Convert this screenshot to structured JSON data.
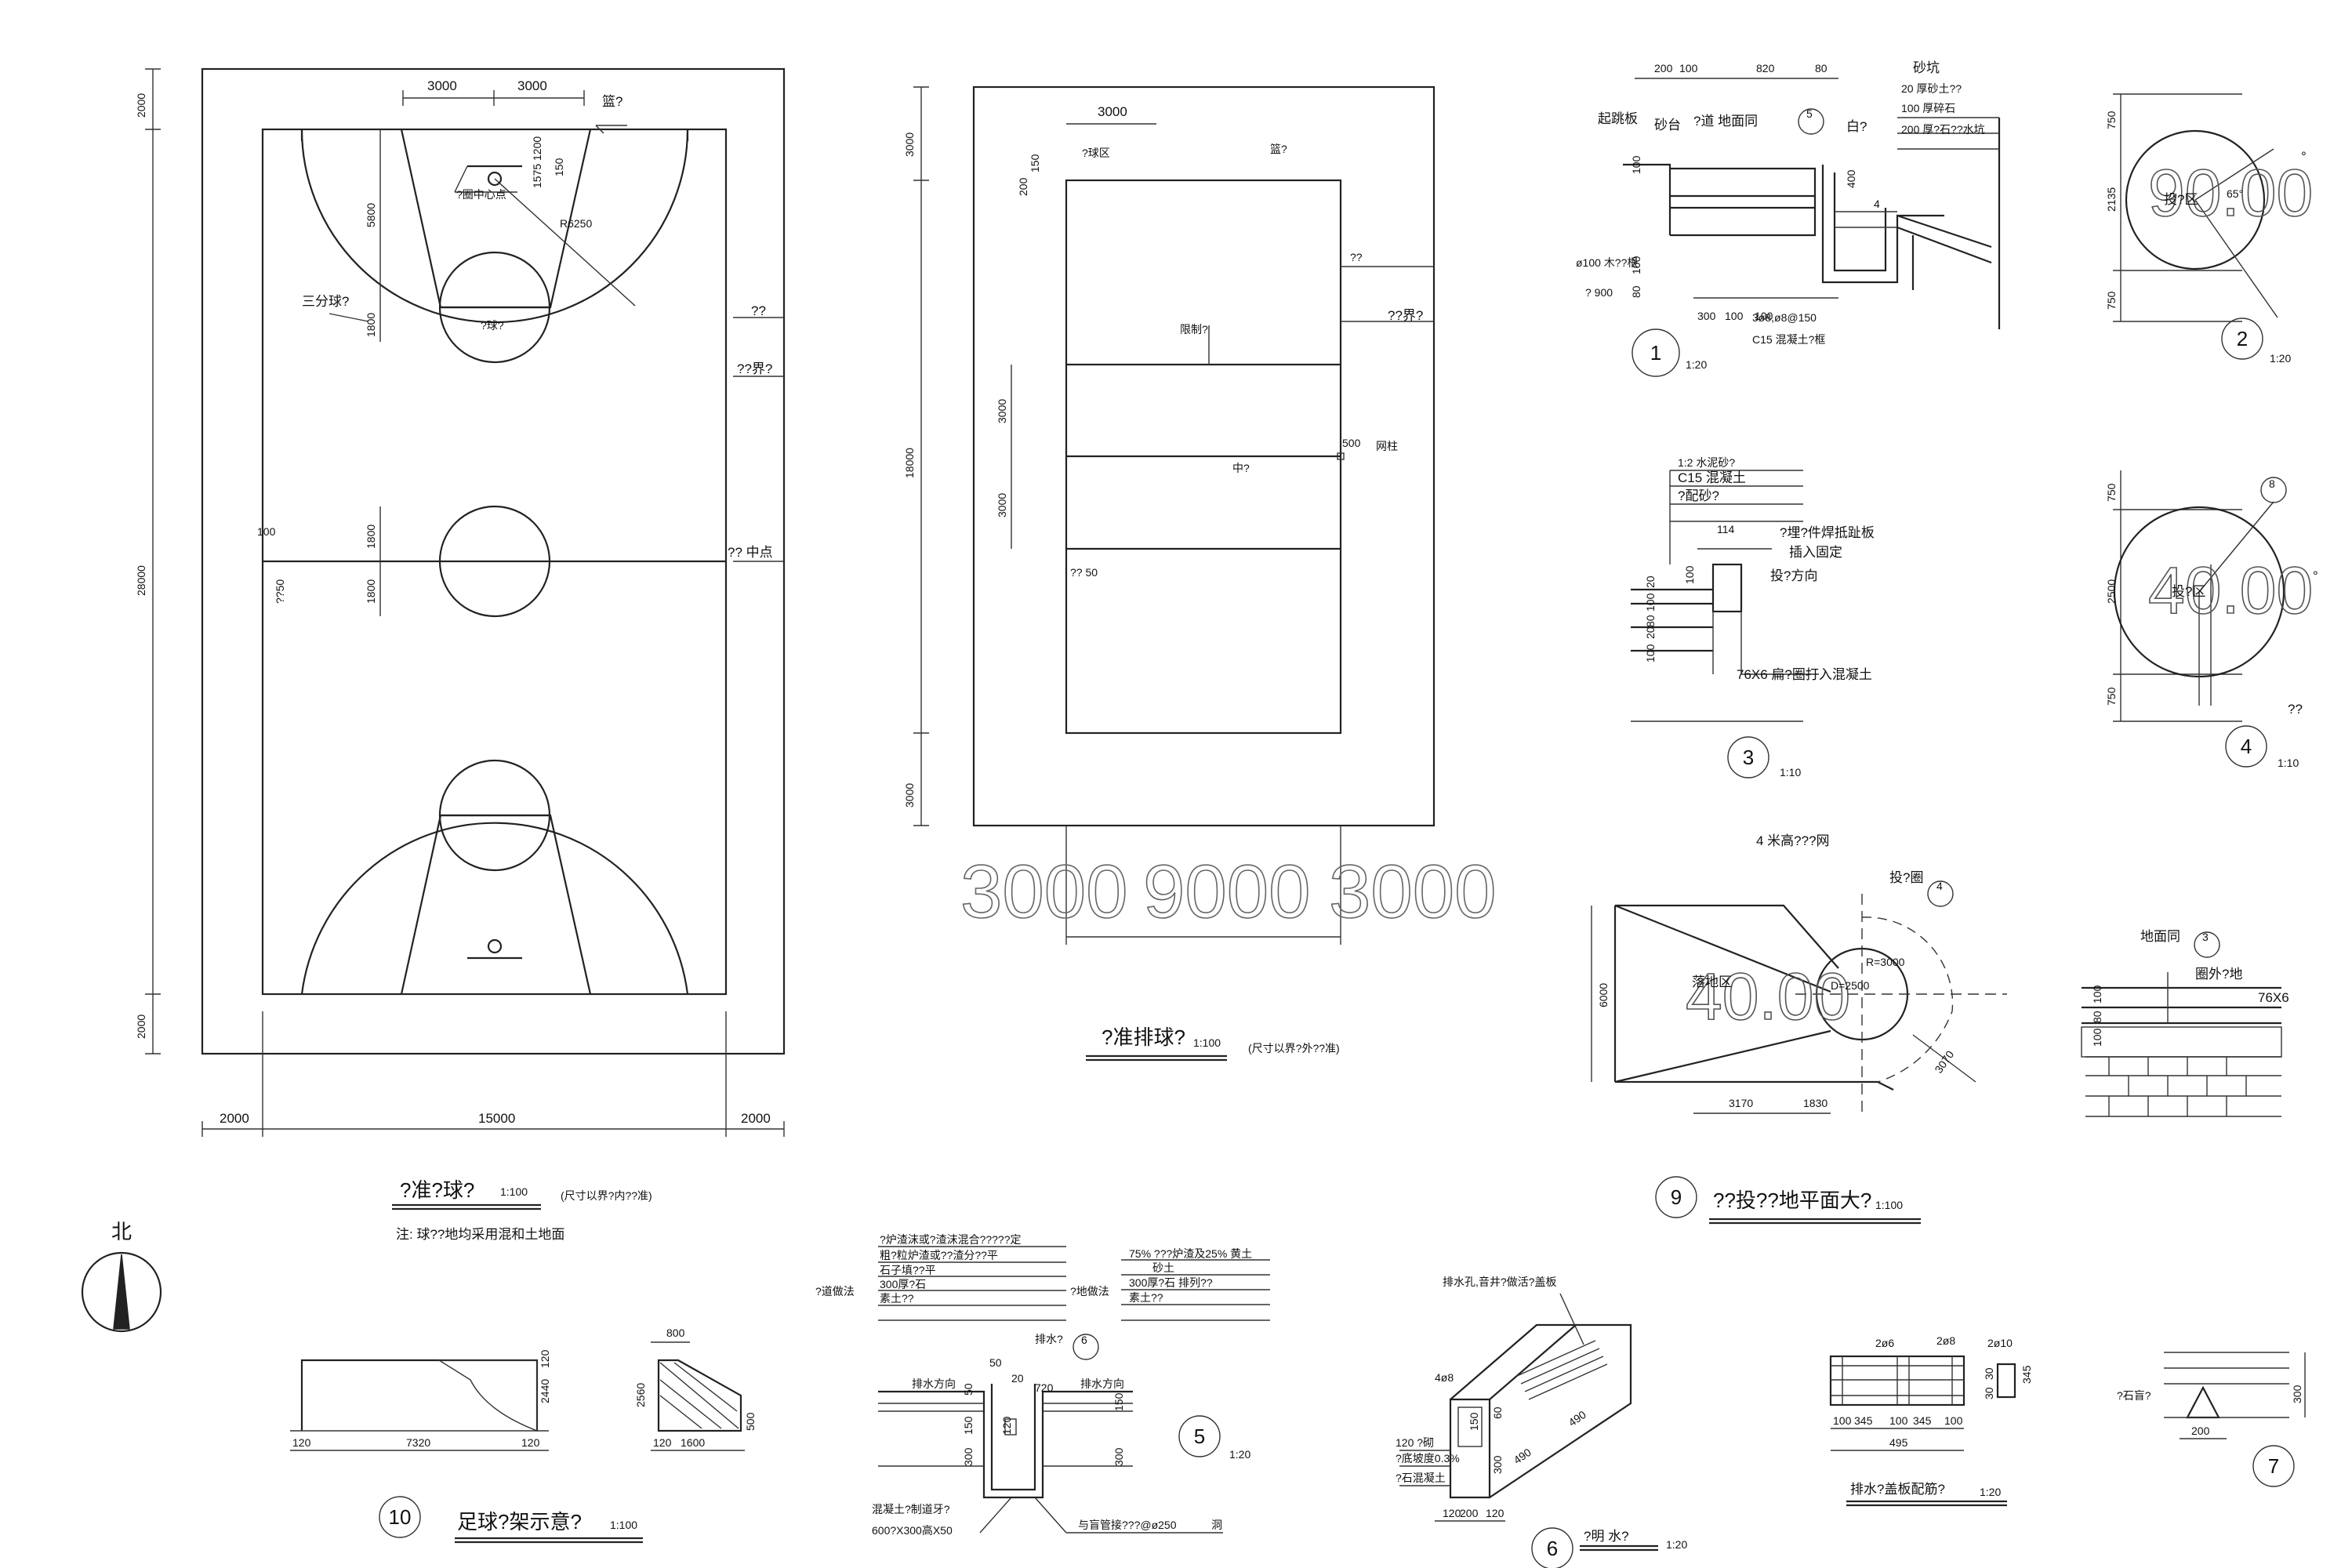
{
  "basketball": {
    "title": "?准?球?",
    "scale": "1:100",
    "note_dims": "(尺寸以界?内??准)",
    "note": "注: 球??地均采用混和土地面",
    "dims": {
      "top_a": "3000",
      "top_b": "3000",
      "left_top": "2000",
      "left_total": "28000",
      "left_bottom": "2000",
      "bottom_left": "2000",
      "bottom_mid": "15000",
      "bottom_right": "2000",
      "key_len": "5800",
      "ft_half": "1800",
      "cc_a": "1800",
      "cc_b": "1800",
      "r1": "1200",
      "r2": "1575",
      "r3": "150",
      "arc_r": "R6250",
      "small_1": "100",
      "small_2": "??50"
    },
    "labels": {
      "board": "篮?",
      "center_pt": "?圈中心点",
      "three_pt": "三分球?",
      "free_throw": "?球?",
      "side_a": "??",
      "side_b": "??界?",
      "mid": "?? 中点"
    }
  },
  "volleyball": {
    "title": "?准排球?",
    "scale": "1:100",
    "note_dims": "(尺寸以界?外??准)",
    "dims": {
      "top": "3000",
      "left_top": "3000",
      "left_total": "18000",
      "left_bottom": "3000",
      "three_a": "3000",
      "three_b": "3000",
      "corner": "200",
      "corner_b": "150",
      "post_gap": "500"
    },
    "bottom_dims": [
      "3000",
      "9000",
      "3000"
    ],
    "labels": {
      "serve": "?球区",
      "board": "篮?",
      "side": "??",
      "boundary": "??界?",
      "attack": "限制?",
      "center": "中?",
      "post": "网柱",
      "width": "?? 50"
    }
  },
  "detail1": {
    "num": "1",
    "scale": "1:20",
    "dims": [
      "200",
      "100",
      "820",
      "80",
      "100",
      "400",
      "100",
      "80",
      "4",
      "100",
      "300",
      "100"
    ],
    "labels": {
      "board": "起跳板",
      "sand": "砂台",
      "track": "?道 地面同",
      "ref": "5",
      "white": "白?",
      "pit": "砂坑",
      "l1": "20 厚砂土??",
      "l2": "100 厚碎石",
      "l3": "200 厚?石??水坑",
      "post": "ø100 木??根",
      "spacing": "? 900",
      "rebar": "3ø8,ø8@150",
      "concrete": "C15 混凝土?框"
    }
  },
  "detail2": {
    "num": "2",
    "scale": "1:20",
    "big": "90.00",
    "deg": "°",
    "zone": "投?区",
    "angle": "65°",
    "dims": [
      "750",
      "2135",
      "750"
    ]
  },
  "detail3": {
    "num": "3",
    "scale": "1:10",
    "layers": [
      "1:2 水泥砂?",
      "C15 混凝土",
      "?配砂?"
    ],
    "labels": {
      "embed": "?埋?件焊抵趾板",
      "insert": "插入固定",
      "dir": "投?方向",
      "pipe": "76X6 扁?圈打入混凝土",
      "d114": "114",
      "d100": "100"
    },
    "dims": [
      "20",
      "100",
      "80",
      "20",
      "100"
    ]
  },
  "detail4": {
    "num": "4",
    "scale": "1:10",
    "big": "40.00",
    "deg": "°",
    "zone": "投?区",
    "ref": "8",
    "dims": [
      "750",
      "2500",
      "750"
    ],
    "side": "??"
  },
  "detail9": {
    "num": "9",
    "title": "??投??地平面大?",
    "scale": "1:100",
    "labels": {
      "net": "4 米高???网",
      "circle": "投?圈",
      "ref": "4",
      "zone": "落地区",
      "big": "40.00",
      "r": "R=3000",
      "d": "D=2500"
    },
    "dims": [
      "6000",
      "3170",
      "1830",
      "3070"
    ]
  },
  "detail_ring": {
    "labels": {
      "ground": "地面同",
      "ref": "3",
      "outside": "圈外?地",
      "pipe": "76X6"
    },
    "dims": [
      "100",
      "80",
      "100"
    ]
  },
  "detail10": {
    "num": "10",
    "title": "足球?架示意?",
    "scale": "1:100",
    "dims": [
      "120",
      "7320",
      "120",
      "2440",
      "120",
      "800",
      "2560",
      "120",
      "1600",
      "500"
    ]
  },
  "detail5": {
    "num": "5",
    "scale": "1:20",
    "track_layers": [
      "?炉渣沫或?渣沫混合?????定",
      "粗?粒炉渣或??渣分??平",
      "石子填??平",
      "300厚?石",
      "素土??"
    ],
    "field_layers": [
      "75% ???炉渣及25% 黄土",
      "砂土",
      "300厚?石 排列??",
      "素土??"
    ],
    "labels": {
      "track": "?道做法",
      "field": "?地做法",
      "drain": "排水?",
      "ref": "6",
      "flow_l": "排水方向",
      "flow_r": "排水方向",
      "concrete": "混凝土?制道牙?",
      "size": "600?X300高X50",
      "pipe": "与盲管接???@ø250",
      "hole": "洞"
    },
    "dims": [
      "50",
      "20",
      "50",
      "720",
      "120",
      "150",
      "300",
      "300",
      "150"
    ]
  },
  "detail6": {
    "num": "6",
    "title": "?明  水?",
    "scale": "1:20",
    "labels": {
      "top": "排水孔,音井?做活?盖板",
      "rebar": "4ø8",
      "l1": "120 ?砌",
      "l2": "?底坡度0.3%",
      "l3": "?石混凝土"
    },
    "dims": [
      "120",
      "200",
      "120",
      "300",
      "60",
      "490",
      "490",
      "150"
    ]
  },
  "detail_cover": {
    "title": "排水?盖板配筋?",
    "scale": "1:20",
    "labels": [
      "2ø6",
      "2ø8",
      "2ø10"
    ],
    "dims": [
      "100",
      "345",
      "100",
      "345",
      "100",
      "495",
      "30",
      "345",
      "30"
    ]
  },
  "detail7": {
    "num": "7",
    "labels": {
      "blind": "?石盲?"
    },
    "dims": [
      "300",
      "200"
    ]
  },
  "north": "北"
}
